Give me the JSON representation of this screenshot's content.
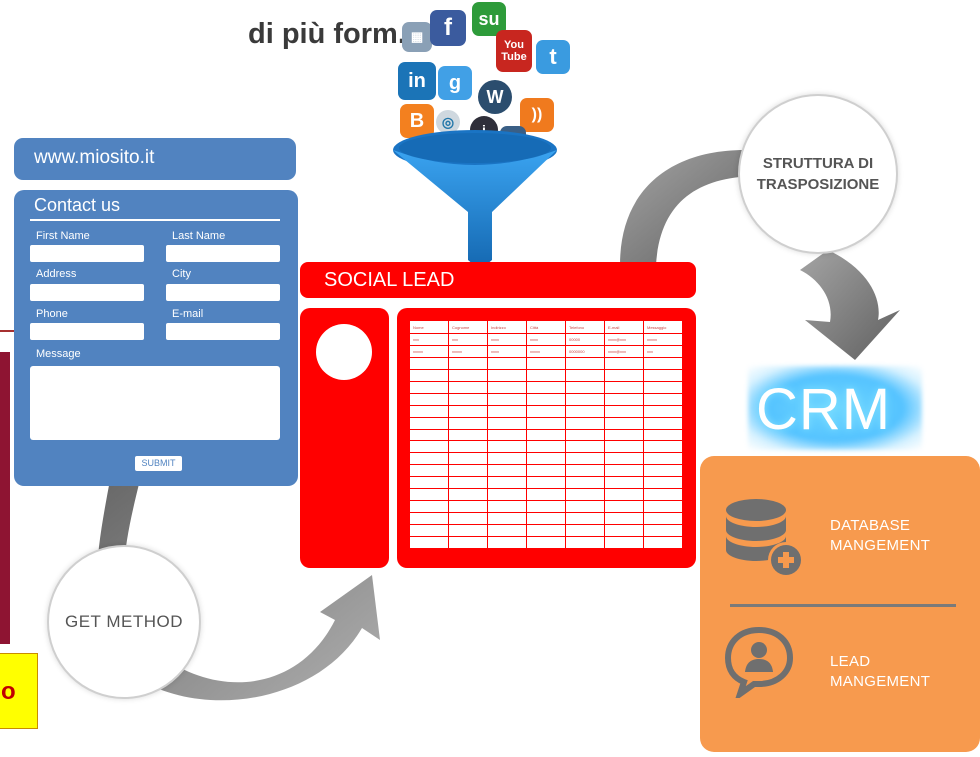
{
  "headline": "di più form.",
  "note_box_text": "o",
  "form": {
    "url": "www.miosito.it",
    "title": "Contact us",
    "labels": {
      "first_name": "First Name",
      "last_name": "Last Name",
      "address": "Address",
      "city": "City",
      "phone": "Phone",
      "email": "E-mail",
      "message": "Message"
    },
    "submit_label": "SUBMIT"
  },
  "get_method_label": "GET  METHOD",
  "struttura_label_line1": "STRUTTURA DI",
  "struttura_label_line2": "TRASPOSIZIONE",
  "social_lead": {
    "title": "SOCIAL LEAD",
    "columns": [
      "Nome",
      "Cognome",
      "Indirizzo",
      "Città",
      "Telefono",
      "E-mail",
      "Messaggio"
    ],
    "rows": [
      [
        "xxx",
        "xxx",
        "xxxx",
        "xxxx",
        "00000",
        "xxxx@xxx",
        "xxxxx"
      ],
      [
        "xxxxx",
        "xxxxx",
        "xxxx",
        "xxxxx",
        "0000000",
        "xxxx@xxx",
        "xxx"
      ]
    ],
    "empty_rows": 16
  },
  "crm_label": "CRM",
  "crm": {
    "database_line1": "DATABASE",
    "database_line2": "MANGEMENT",
    "lead_line1": "LEAD",
    "lead_line2": "MANGEMENT"
  },
  "colors": {
    "form_blue": "#5183c0",
    "social_red": "#ff0000",
    "crm_orange": "#f79a4e",
    "crm_glow": "#55c3ff",
    "funnel_blue": "#1f86d8",
    "arrow_grey": "#7d7d7d"
  },
  "social_icons": [
    "stumbleupon-icon",
    "facebook-icon",
    "finder-icon",
    "youtube-icon",
    "twitter-icon",
    "linkedin-icon",
    "google-icon",
    "wordpress-icon",
    "rss-icon",
    "blogger-icon",
    "delicious-icon",
    "podcast-icon",
    "digg-icon"
  ]
}
